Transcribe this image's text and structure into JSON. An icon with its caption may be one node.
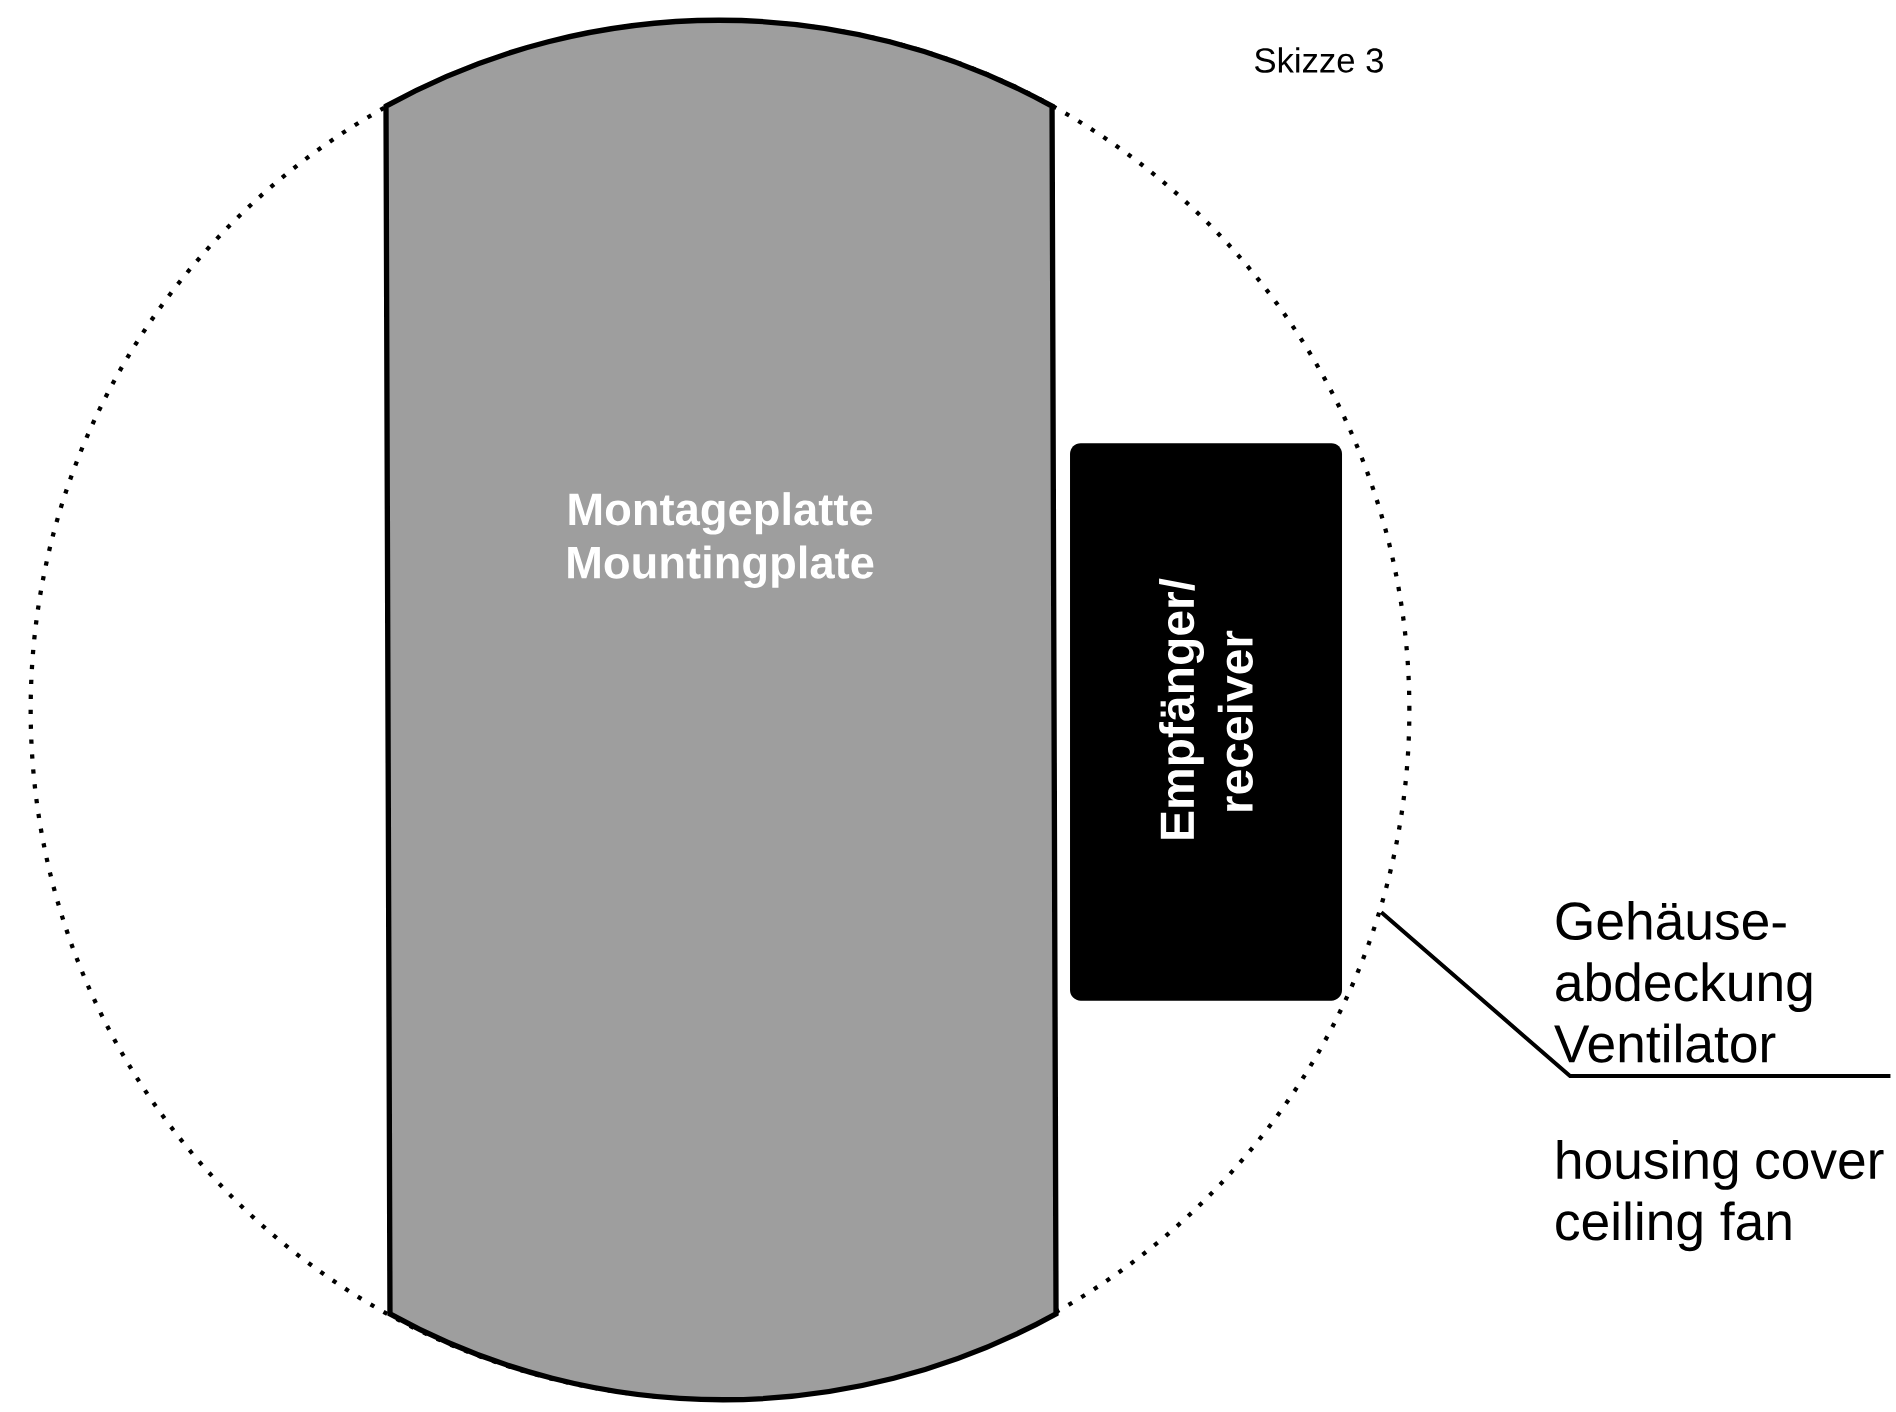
{
  "diagram": {
    "nodes": [
      {
        "text": [],
        "shape": "circle"
      },
      {
        "text": [
          "Montageplatte",
          "Mountingplate"
        ],
        "in": 0
      },
      {
        "text": [
          "Empfänger/ receiver"
        ],
        "in": 0
      },
      {
        "text": [
          "Gehäuse- abdeckung Ventilator",
          "housing cover ceiling fan"
        ]
      }
    ],
    "edges": [
      {
        "from": 3,
        "to": 0,
        "arrow": "none"
      }
    ],
    "labels": [
      "Skizze 3"
    ]
  }
}
